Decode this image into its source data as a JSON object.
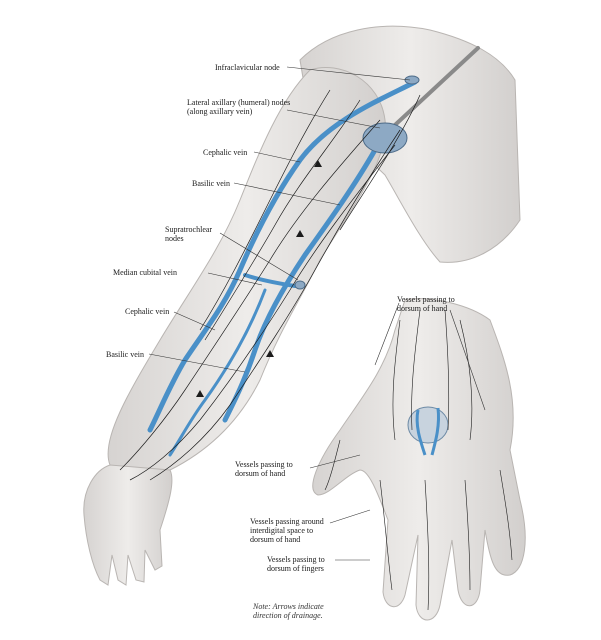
{
  "labels": {
    "infraclavicular": "Infraclavicular node",
    "lateral_axillary": "Lateral axillary (humeral) nodes\n(along axillary vein)",
    "cephalic_upper": "Cephalic vein",
    "basilic_upper": "Basilic vein",
    "supratrochlear": "Supratrochlear\nnodes",
    "median_cubital": "Median cubital vein",
    "cephalic_lower": "Cephalic vein",
    "basilic_lower": "Basilic vein",
    "vessels_dorsum_hand_top": "Vessels passing to\ndorsum of hand",
    "vessels_dorsum_hand_left": "Vessels passing to\ndorsum of hand",
    "vessels_interdigital": "Vessels passing around\ninterdigital space to\ndorsum of hand",
    "vessels_dorsum_fingers": "Vessels passing to\ndorsum of fingers"
  },
  "note": "Note: Arrows indicate\ndirection of drainage.",
  "colors": {
    "vein": "#4a90c8",
    "vein_edge": "#2f6ea6",
    "skin": "#e6e4e2",
    "skin_shade": "#c9c6c4",
    "lymph": "#1c1c1c",
    "node": "#8da9c4"
  }
}
